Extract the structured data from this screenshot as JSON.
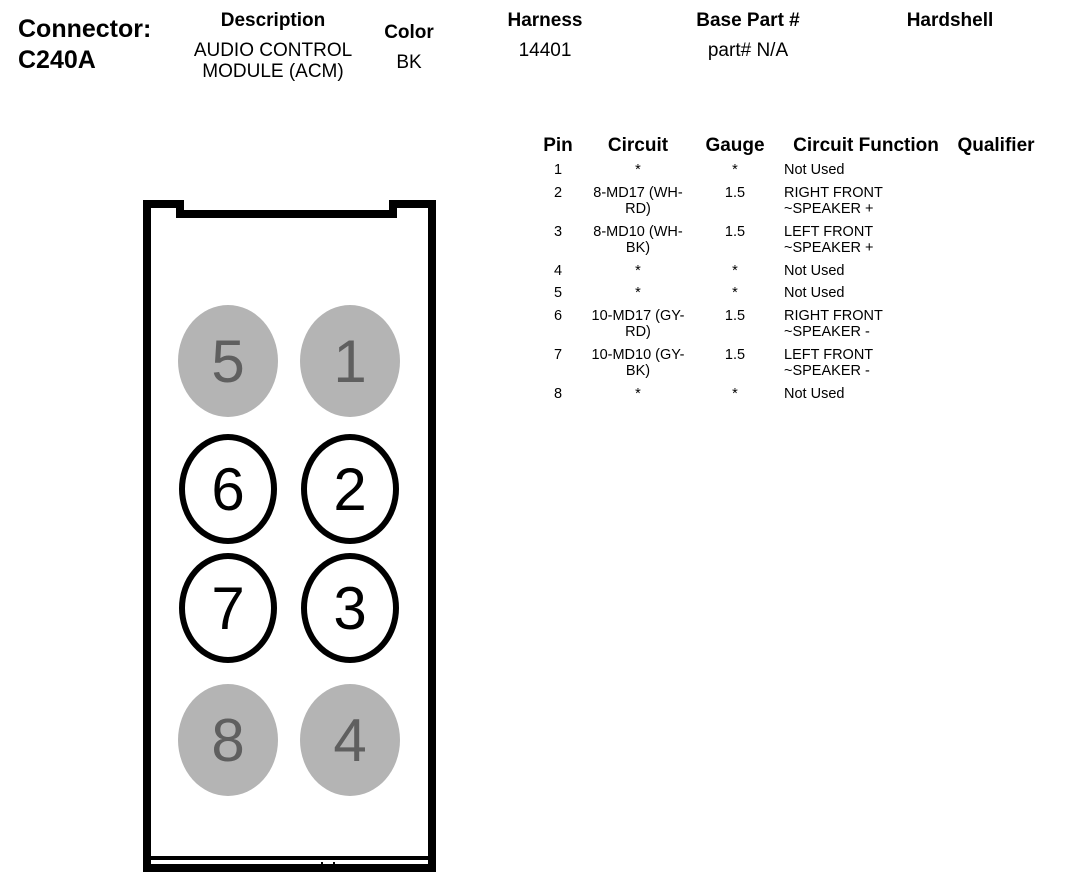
{
  "connector": {
    "label": "Connector:",
    "id": "C240A"
  },
  "header": {
    "description_label": "Description",
    "description_line1": "AUDIO CONTROL",
    "description_line2": "MODULE (ACM)",
    "color_label": "Color",
    "color_value": "BK",
    "harness_label": "Harness",
    "harness_value": "14401",
    "base_part_label": "Base Part #",
    "base_part_value": "part# N/A",
    "hardshell_label": "Hardshell"
  },
  "table": {
    "columns": [
      "Pin",
      "Circuit",
      "Gauge",
      "Circuit Function",
      "Qualifier"
    ],
    "rows": [
      {
        "pin": "1",
        "circuit": "*",
        "gauge": "*",
        "function": [
          "Not Used"
        ],
        "qualifier": ""
      },
      {
        "pin": "2",
        "circuit": "8-MD17 (WH-RD)",
        "gauge": "1.5",
        "function": [
          "RIGHT FRONT",
          "~SPEAKER +"
        ],
        "qualifier": ""
      },
      {
        "pin": "3",
        "circuit": "8-MD10 (WH-BK)",
        "gauge": "1.5",
        "function": [
          "LEFT FRONT",
          "~SPEAKER +"
        ],
        "qualifier": ""
      },
      {
        "pin": "4",
        "circuit": "*",
        "gauge": "*",
        "function": [
          "Not Used"
        ],
        "qualifier": ""
      },
      {
        "pin": "5",
        "circuit": "*",
        "gauge": "*",
        "function": [
          "Not Used"
        ],
        "qualifier": ""
      },
      {
        "pin": "6",
        "circuit": "10-MD17 (GY-RD)",
        "gauge": "1.5",
        "function": [
          "RIGHT FRONT",
          "~SPEAKER -"
        ],
        "qualifier": ""
      },
      {
        "pin": "7",
        "circuit": "10-MD10 (GY-BK)",
        "gauge": "1.5",
        "function": [
          "LEFT FRONT",
          "~SPEAKER -"
        ],
        "qualifier": ""
      },
      {
        "pin": "8",
        "circuit": "*",
        "gauge": "*",
        "function": [
          "Not Used"
        ],
        "qualifier": ""
      }
    ]
  },
  "diagram": {
    "pins": [
      {
        "label": "5",
        "used": false
      },
      {
        "label": "1",
        "used": false
      },
      {
        "label": "6",
        "used": true
      },
      {
        "label": "2",
        "used": true
      },
      {
        "label": "7",
        "used": true
      },
      {
        "label": "3",
        "used": true
      },
      {
        "label": "8",
        "used": false
      },
      {
        "label": "4",
        "used": false
      }
    ],
    "colors": {
      "unused_fill": "#b4b4b4",
      "unused_text": "#5f5f5f",
      "used_fill": "#ffffff",
      "used_stroke": "#000000"
    }
  }
}
